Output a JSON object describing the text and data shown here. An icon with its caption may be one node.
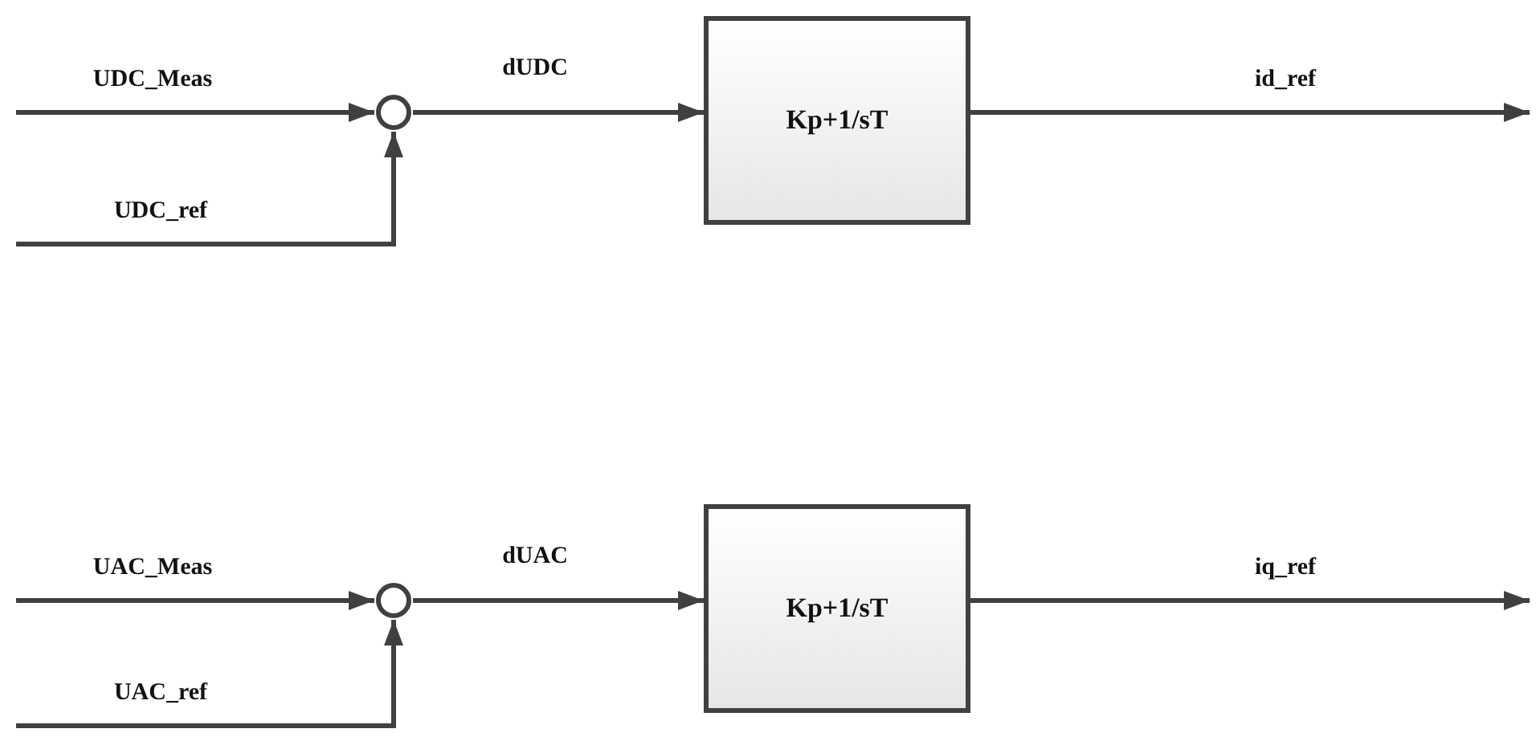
{
  "diagram": {
    "nodes": [
      {
        "text": [],
        "shape": "circle"
      },
      {
        "text": [
          "Kp+1/sT"
        ]
      },
      {
        "text": [],
        "shape": "circle"
      },
      {
        "text": [
          "Kp+1/sT"
        ]
      }
    ],
    "edges": [
      {
        "from": null,
        "to": 0,
        "arrow": "to",
        "label": "UDC_Meas"
      },
      {
        "from": null,
        "to": 0,
        "arrow": "to",
        "label": "UDC_ref"
      },
      {
        "from": 0,
        "to": 1,
        "arrow": "to",
        "label": "dUDC"
      },
      {
        "from": 1,
        "to": null,
        "arrow": "to",
        "label": "id_ref"
      },
      {
        "from": null,
        "to": 2,
        "arrow": "to",
        "label": "UAC_Meas"
      },
      {
        "from": null,
        "to": 2,
        "arrow": "to",
        "label": "UAC_ref"
      },
      {
        "from": 2,
        "to": 3,
        "arrow": "to",
        "label": "dUAC"
      },
      {
        "from": 3,
        "to": null,
        "arrow": "to",
        "label": "iq_ref"
      }
    ]
  }
}
